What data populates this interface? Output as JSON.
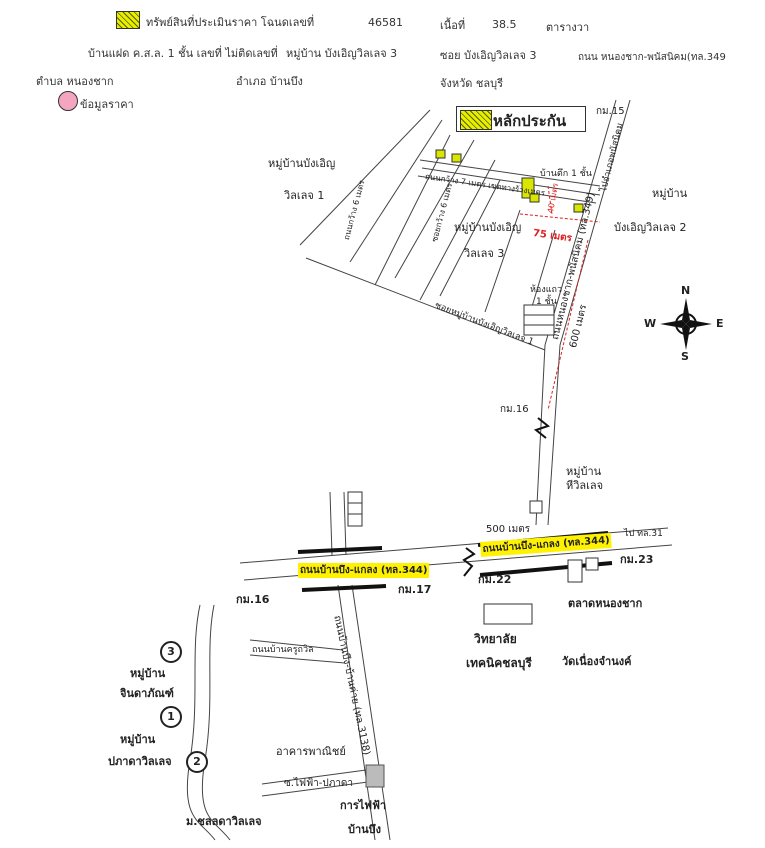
{
  "header": {
    "asset_label": "ทรัพย์สินที่ประเมินราคา โฉนดเลขที่",
    "deed_no": "46581",
    "area_label": "เนื้อที่",
    "area_value": "38.5",
    "area_unit": "ตารางวา",
    "building": "บ้านแฝด ค.ส.ล. 1 ชั้น เลขที่ ไม่ติดเลขที่",
    "village": "หมู่บ้าน บังเอิญวิลเลจ 3",
    "soi": "ซอย บังเอิญวิลเลจ 3",
    "road": "ถนน หนองชาก-พนัสนิคม(ทล.349",
    "tambon": "ตำบล หนองชาก",
    "amphoe": "อำเภอ บ้านบึง",
    "province": "จังหวัด ชลบุรี",
    "price_info": "ข้อมูลราคา"
  },
  "legend": {
    "collateral": "หลักประกัน"
  },
  "compass": {
    "n": "N",
    "s": "S",
    "e": "E",
    "w": "W"
  },
  "labels": {
    "km15": "กม.15",
    "road349_vertical": "ไปอำเภอพนัสนิคม",
    "village2_a": "หมู่บ้าน",
    "village2_b": "บังเอิญวิลเลจ 2",
    "village1_a": "หมู่บ้านบังเอิญ",
    "village1_b": "วิลเลจ 1",
    "soi6a": "ถนนกว้าง 6 เมตร",
    "soi6b": "ซอยกว้าง 6 เมตร",
    "soi7": "ถนนกว้าง 7 เมตร เขตทางร้างเมตร",
    "house1": "บ้านตึก 1 ชั้น",
    "dist40": "40 เมตร",
    "dist75": "75 เมตร",
    "village3_a": "หมู่บ้านบังเอิญ",
    "village3_b": "วิลเลจ 3",
    "shophouse_a": "ห้องแถว",
    "shophouse_b": "1 ชั้น",
    "soi_main": "ซอยหมู่บ้านบังเอิญวิลเลจ 1",
    "road349": "ถนนหนองชาก-พนัสนิคม (ทล.349)",
    "dist600": "600 เมตร",
    "km16b": "กม.16",
    "village_h_a": "หมู่บ้าน",
    "village_h_b": "หีวิลเลจ",
    "dist500": "500 เมตร",
    "road_to_east": "ไป ทล.31",
    "road344_a": "ถนนบ้านบึง-แกลง (ทล.344)",
    "road344_b": "ถนนบ้านบึง-แกลง (ทล.344)",
    "km16": "กม.16",
    "km17": "กม.17",
    "km22": "กม.22",
    "km23": "กม.23",
    "market": "ตลาดหนองชาก",
    "college_a": "วิทยาลัย",
    "college_b": "เทคนิคชลบุรี",
    "temple": "วัดเนื่องจำนงค์",
    "jinda_a": "หมู่บ้าน",
    "jinda_b": "จินดาภัณฑ์",
    "pakda_a": "หมู่บ้าน",
    "pakda_b": "ปภาดาวิลเลจ",
    "chonlada": "ม.ชลลดาวิลเลจ",
    "soi_kru": "ถนนบ้านครูถวิล",
    "road3138": "ถนนบ้านบึง-บ้านค่าย (ทล.3138)",
    "commercial": "อาคารพาณิชย์",
    "soi_pakda": "ซ.ไฟฟ้า-ปภาดา",
    "pea_a": "การไฟฟ้า",
    "pea_b": "บ้านบึง",
    "n1": "1",
    "n2": "2",
    "n3": "3"
  },
  "colors": {
    "highlight": "#fff200",
    "price_dot": "#f4a6c0",
    "red_dim": "#e02020",
    "collateral_fill": "#d8e600"
  }
}
